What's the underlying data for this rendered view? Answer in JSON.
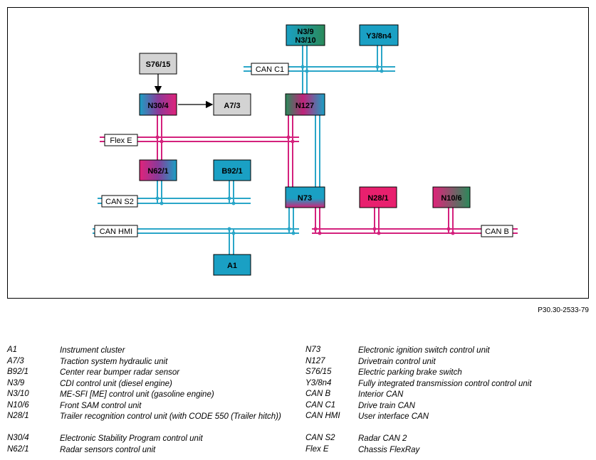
{
  "nodes": {
    "S76_15": "S76/15",
    "N30_4": "N30/4",
    "A7_3": "A7/3",
    "N3_9": "N3/9",
    "N3_10": "N3/10",
    "Y3_8n4": "Y3/8n4",
    "N127": "N127",
    "N62_1": "N62/1",
    "B92_1": "B92/1",
    "N73": "N73",
    "N28_1": "N28/1",
    "N10_6": "N10/6",
    "A1": "A1"
  },
  "buses": {
    "can_c1": "CAN C1",
    "flex_e": "Flex E",
    "can_s2": "CAN S2",
    "can_hmi": "CAN HMI",
    "can_b": "CAN B"
  },
  "colors": {
    "can_blue": "#2aa6c8",
    "flex_pink": "#d4217d",
    "node_teal": "#1aa0c4",
    "node_gray": "#d3d3d3",
    "node_pink": "#e8206e",
    "node_green": "#2a8a5a"
  },
  "figure_id": "P30.30-2533-79",
  "legend": {
    "left": [
      {
        "code": "A1",
        "desc": "Instrument cluster"
      },
      {
        "code": "A7/3",
        "desc": "Traction system hydraulic unit"
      },
      {
        "code": "B92/1",
        "desc": "Center rear bumper radar sensor"
      },
      {
        "code": "N3/9",
        "desc": "CDI control unit (diesel engine)"
      },
      {
        "code": "N3/10",
        "desc": "ME-SFI [ME] control unit (gasoline engine)"
      },
      {
        "code": "N10/6",
        "desc": "Front SAM control unit"
      },
      {
        "code": "N28/1",
        "desc": "Trailer recognition control unit (with CODE 550 (Trailer hitch))"
      },
      {
        "code": "N30/4",
        "desc": "Electronic Stability Program control unit"
      },
      {
        "code": "N62/1",
        "desc": "Radar sensors control unit"
      }
    ],
    "right": [
      {
        "code": "N73",
        "desc": "Electronic ignition switch control unit"
      },
      {
        "code": "N127",
        "desc": "Drivetrain control unit"
      },
      {
        "code": "S76/15",
        "desc": "Electric parking brake switch"
      },
      {
        "code": "Y3/8n4",
        "desc": "Fully integrated transmission control control unit"
      },
      {
        "code": "CAN B",
        "desc": "Interior CAN"
      },
      {
        "code": "CAN C1",
        "desc": "Drive train CAN"
      },
      {
        "code": "CAN HMI",
        "desc": "User interface CAN"
      },
      {
        "code": "CAN S2",
        "desc": "Radar CAN 2"
      },
      {
        "code": "Flex E",
        "desc": "Chassis FlexRay"
      }
    ]
  }
}
